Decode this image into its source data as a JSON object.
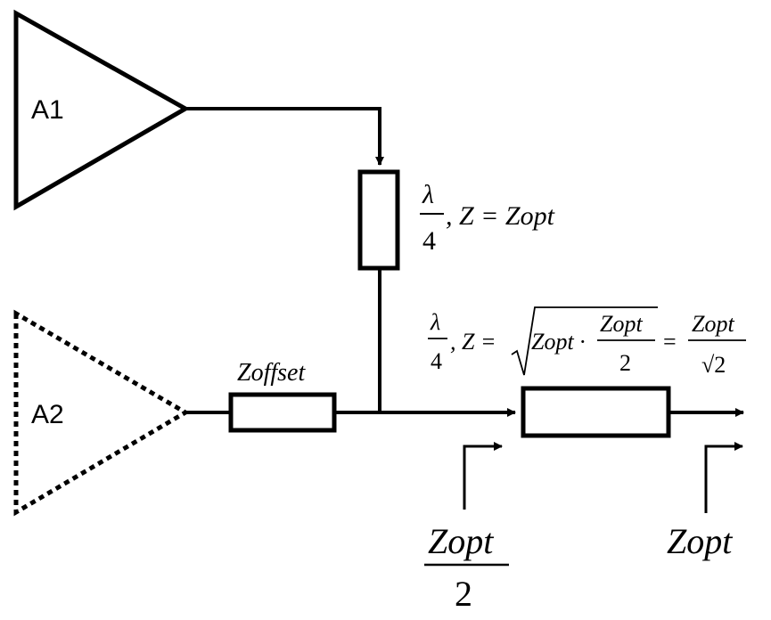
{
  "amplifiers": {
    "a1": {
      "label": "A1",
      "style": "solid"
    },
    "a2": {
      "label": "A2",
      "style": "dotted"
    }
  },
  "quarter_wave_a1": {
    "lambda": "λ",
    "denominator": "4",
    "rest": ", Z = Zopt"
  },
  "offset_line": {
    "label": "Zoffset"
  },
  "quarter_wave_output": {
    "lambda": "λ",
    "denominator": "4",
    "z_eq": ", Z =",
    "sqrt_term1": "Zopt ·",
    "sqrt_frac_num": "Zopt",
    "sqrt_frac_den": "2",
    "equals": "=",
    "result_num": "Zopt",
    "result_den": "√2"
  },
  "impedance_left": {
    "numerator": "Zopt",
    "denominator": "2"
  },
  "impedance_right": {
    "label": "Zopt"
  },
  "colors": {
    "line": "#000000",
    "background": "#ffffff"
  }
}
